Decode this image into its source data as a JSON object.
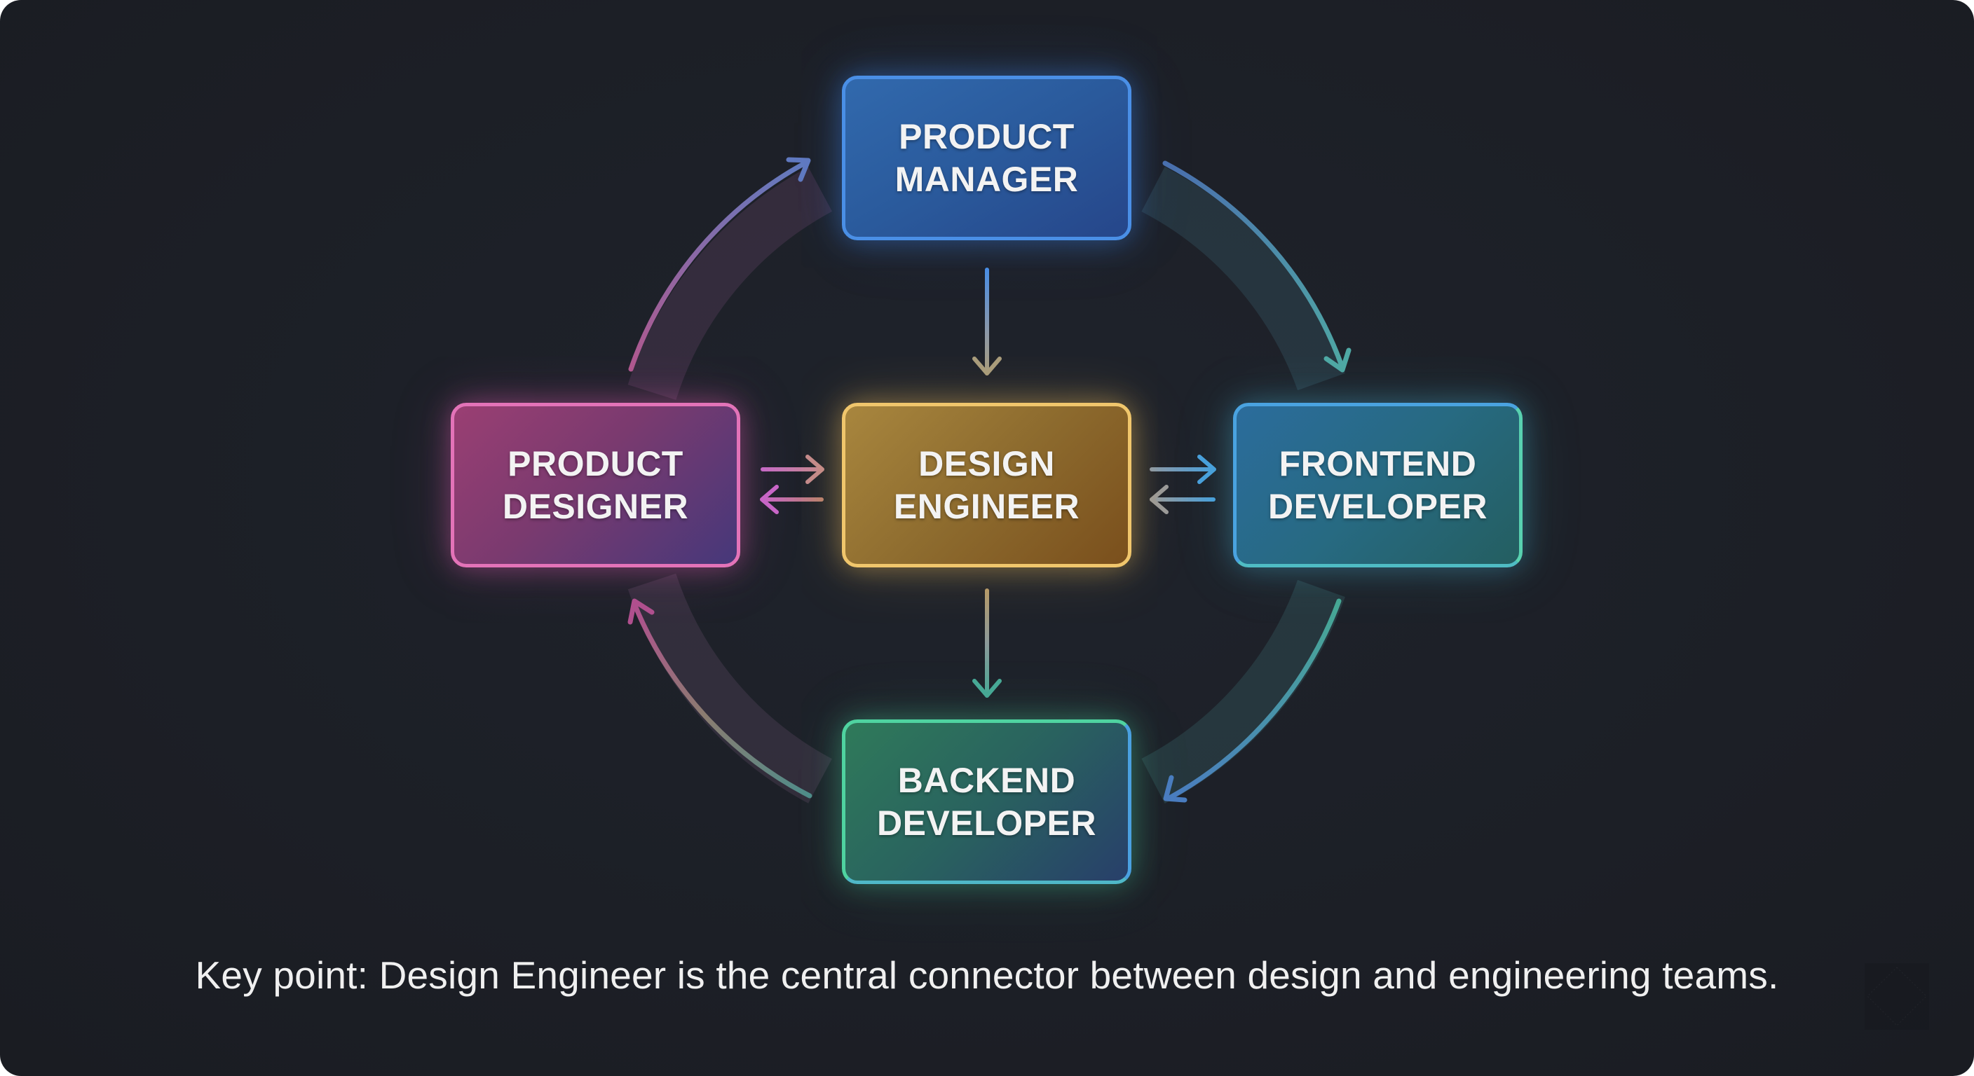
{
  "diagram": {
    "nodes": {
      "product_manager": {
        "label": "PRODUCT\nMANAGER",
        "color": "#4a8fe6"
      },
      "product_designer": {
        "label": "PRODUCT\nDESIGNER",
        "color": "#e373b8"
      },
      "design_engineer": {
        "label": "DESIGN\nENGINEER",
        "color": "#f0c66c"
      },
      "frontend_developer": {
        "label": "FRONTEND\nDEVELOPER",
        "color": "#4aa3e0"
      },
      "backend_developer": {
        "label": "BACKEND\nDEVELOPER",
        "color": "#4fd3a0"
      }
    },
    "edges": [
      {
        "from": "product_manager",
        "to": "design_engineer",
        "type": "straight-arrow"
      },
      {
        "from": "design_engineer",
        "to": "backend_developer",
        "type": "straight-arrow"
      },
      {
        "from": "product_designer",
        "to": "design_engineer",
        "type": "straight-arrow"
      },
      {
        "from": "design_engineer",
        "to": "product_designer",
        "type": "straight-arrow"
      },
      {
        "from": "design_engineer",
        "to": "frontend_developer",
        "type": "straight-arrow"
      },
      {
        "from": "frontend_developer",
        "to": "design_engineer",
        "type": "straight-arrow"
      },
      {
        "from": "product_designer",
        "to": "product_manager",
        "type": "curved-arrow"
      },
      {
        "from": "product_manager",
        "to": "frontend_developer",
        "type": "curved-arrow"
      },
      {
        "from": "frontend_developer",
        "to": "backend_developer",
        "type": "curved-arrow"
      },
      {
        "from": "backend_developer",
        "to": "product_designer",
        "type": "curved-arrow"
      }
    ],
    "background_color": "#1d2028"
  },
  "caption": {
    "text": "Key point: Design Engineer is the central connector between design and engineering teams."
  },
  "watermark": {
    "icon": "diamond-sparkle-icon"
  }
}
